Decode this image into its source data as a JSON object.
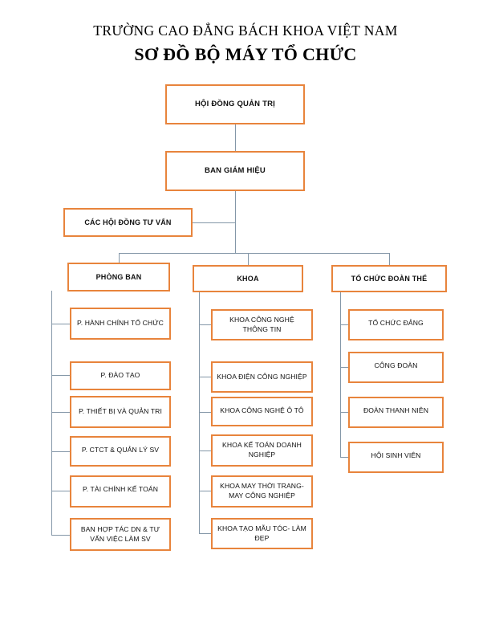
{
  "page": {
    "title_line_1": "TRƯỜNG CAO ĐẲNG BÁCH KHOA VIỆT NAM",
    "title_line_2": "SƠ ĐỒ BỘ MÁY TỔ CHỨC"
  },
  "colors": {
    "box_border": "#E8843C",
    "connector": "#8497A8",
    "text": "#111111",
    "background": "#FFFFFF"
  },
  "chart_data": {
    "type": "diagram",
    "diagram_type": "organizational-chart",
    "title": "SƠ ĐỒ BỘ MÁY TỔ CHỨC",
    "subtitle": "TRƯỜNG CAO ĐẲNG BÁCH KHOA VIỆT NAM",
    "orientation": "top-down",
    "levels": 4
  },
  "nodes": {
    "board": "HỘI ĐỒNG QUẢN TRỊ",
    "rectorate": "BAN GIÁM HIỆU",
    "advisory": "CÁC HỘI ĐỒNG TƯ VẤN",
    "branch_departments": "PHÒNG BAN",
    "branch_faculties": "KHOA",
    "branch_unions": "TỔ CHỨC ĐOÀN THỂ"
  },
  "departments": [
    "P. HÀNH CHÍNH TỔ CHỨC",
    "P. ĐÀO TẠO",
    "P. THIẾT BỊ VÀ QUẢN TRI",
    "P. CTCT & QUẢN LÝ SV",
    "P. TÀI CHÍNH KẾ TOÁN",
    "BAN HỢP TÁC DN & TƯ VẤN VIỆC LÀM SV"
  ],
  "faculties": [
    "KHOA CÔNG NGHỆ THÔNG TIN",
    "KHOA ĐIỆN CÔNG NGHIỆP",
    "KHOA CÔNG NGHỆ Ô TÔ",
    "KHOA KẾ TOÁN DOANH NGHIỆP",
    "KHOA MAY THỜI TRANG- MAY CÔNG NGHIỆP",
    "KHOA TẠO MẪU TÓC- LÀM ĐẸP"
  ],
  "unions": [
    "TỔ CHỨC ĐẢNG",
    "CÔNG ĐOÀN",
    "ĐOÀN THANH NIÊN",
    "HỘI SINH VIÊN"
  ]
}
